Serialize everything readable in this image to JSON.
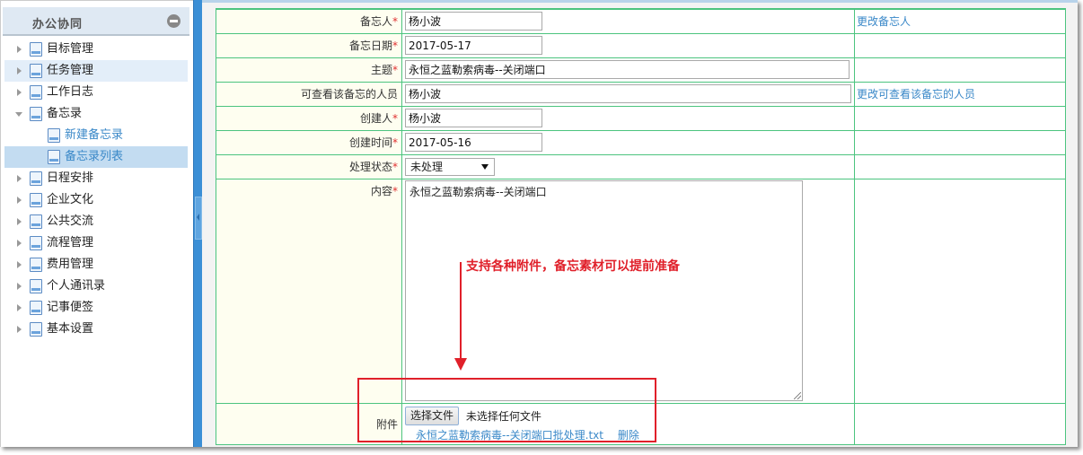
{
  "sidebar": {
    "title": "办公协同",
    "collapse_icon": "minus-circle-icon",
    "items": [
      {
        "label": "目标管理",
        "state": "collapsed"
      },
      {
        "label": "任务管理",
        "state": "collapsed",
        "hover": true
      },
      {
        "label": "工作日志",
        "state": "collapsed"
      },
      {
        "label": "备忘录",
        "state": "expanded",
        "children": [
          {
            "label": "新建备忘录"
          },
          {
            "label": "备忘录列表",
            "selected": true
          }
        ]
      },
      {
        "label": "日程安排",
        "state": "collapsed"
      },
      {
        "label": "企业文化",
        "state": "collapsed"
      },
      {
        "label": "公共交流",
        "state": "collapsed"
      },
      {
        "label": "流程管理",
        "state": "collapsed"
      },
      {
        "label": "费用管理",
        "state": "collapsed"
      },
      {
        "label": "个人通讯录",
        "state": "collapsed"
      },
      {
        "label": "记事便签",
        "state": "collapsed"
      },
      {
        "label": "基本设置",
        "state": "collapsed"
      }
    ]
  },
  "form": {
    "required_mark": "*",
    "memo_person": {
      "label": "备忘人",
      "value": "杨小波",
      "action": "更改备忘人"
    },
    "memo_date": {
      "label": "备忘日期",
      "value": "2017-05-17"
    },
    "subject": {
      "label": "主题",
      "value": "永恒之蓝勒索病毒--关闭端口"
    },
    "viewers": {
      "label": "可查看该备忘的人员",
      "value": "杨小波",
      "action": "更改可查看该备忘的人员"
    },
    "creator": {
      "label": "创建人",
      "value": "杨小波"
    },
    "created_time": {
      "label": "创建时间",
      "value": "2017-05-16"
    },
    "status": {
      "label": "处理状态",
      "value": "未处理"
    },
    "content": {
      "label": "内容",
      "value": "永恒之蓝勒索病毒--关闭端口"
    },
    "attachment": {
      "label": "附件",
      "choose_button": "选择文件",
      "no_file_text": "未选择任何文件",
      "files": [
        {
          "name": "永恒之蓝勒索病毒--关闭端口批处理.txt",
          "delete_label": "删除"
        }
      ]
    }
  },
  "annotation": {
    "text": "支持各种附件，备忘素材可以提前准备",
    "color": "#e0202a"
  },
  "colors": {
    "table_border": "#4cc47f",
    "label_bg": "#fefef0",
    "link": "#3a88c8",
    "splitter": "#3b8fd6"
  }
}
